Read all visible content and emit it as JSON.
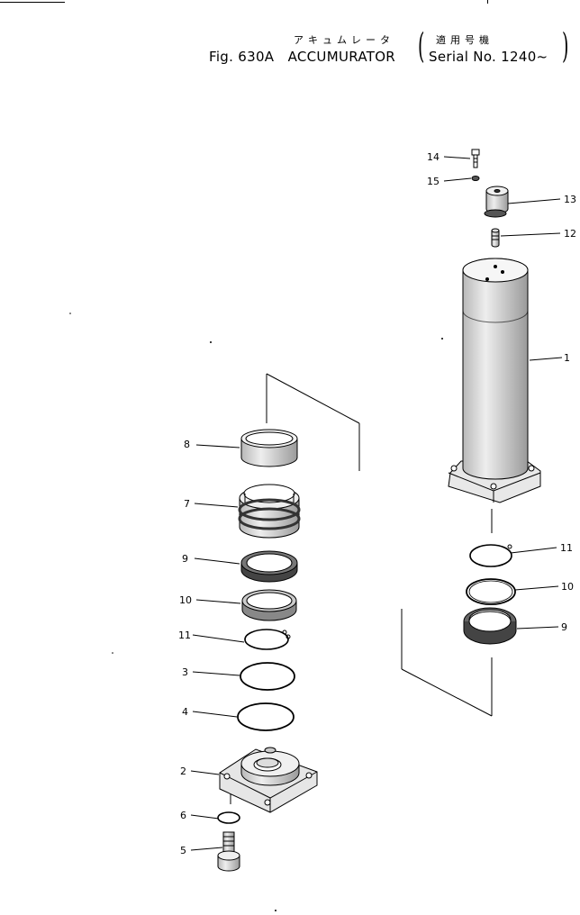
{
  "header": {
    "jp_name": "アキュムレータ",
    "jp_applicable": "適用号機",
    "fig_no": "Fig. 630A",
    "part_name": "ACCUMURATOR",
    "serial": "Serial No. 1240~"
  },
  "callouts": [
    "1",
    "2",
    "3",
    "4",
    "5",
    "6",
    "7",
    "8",
    "9",
    "10",
    "11",
    "12",
    "13",
    "14",
    "15"
  ],
  "parts": [
    "cylinder-shell",
    "end-cover",
    "o-ring",
    "backup-ring",
    "cover-bolt",
    "bolt-washer",
    "piston",
    "wear-ring",
    "seal-ring",
    "backup-seal",
    "snap-ring",
    "charging-valve",
    "valve-cap",
    "cap-screw",
    "cap-washer"
  ]
}
